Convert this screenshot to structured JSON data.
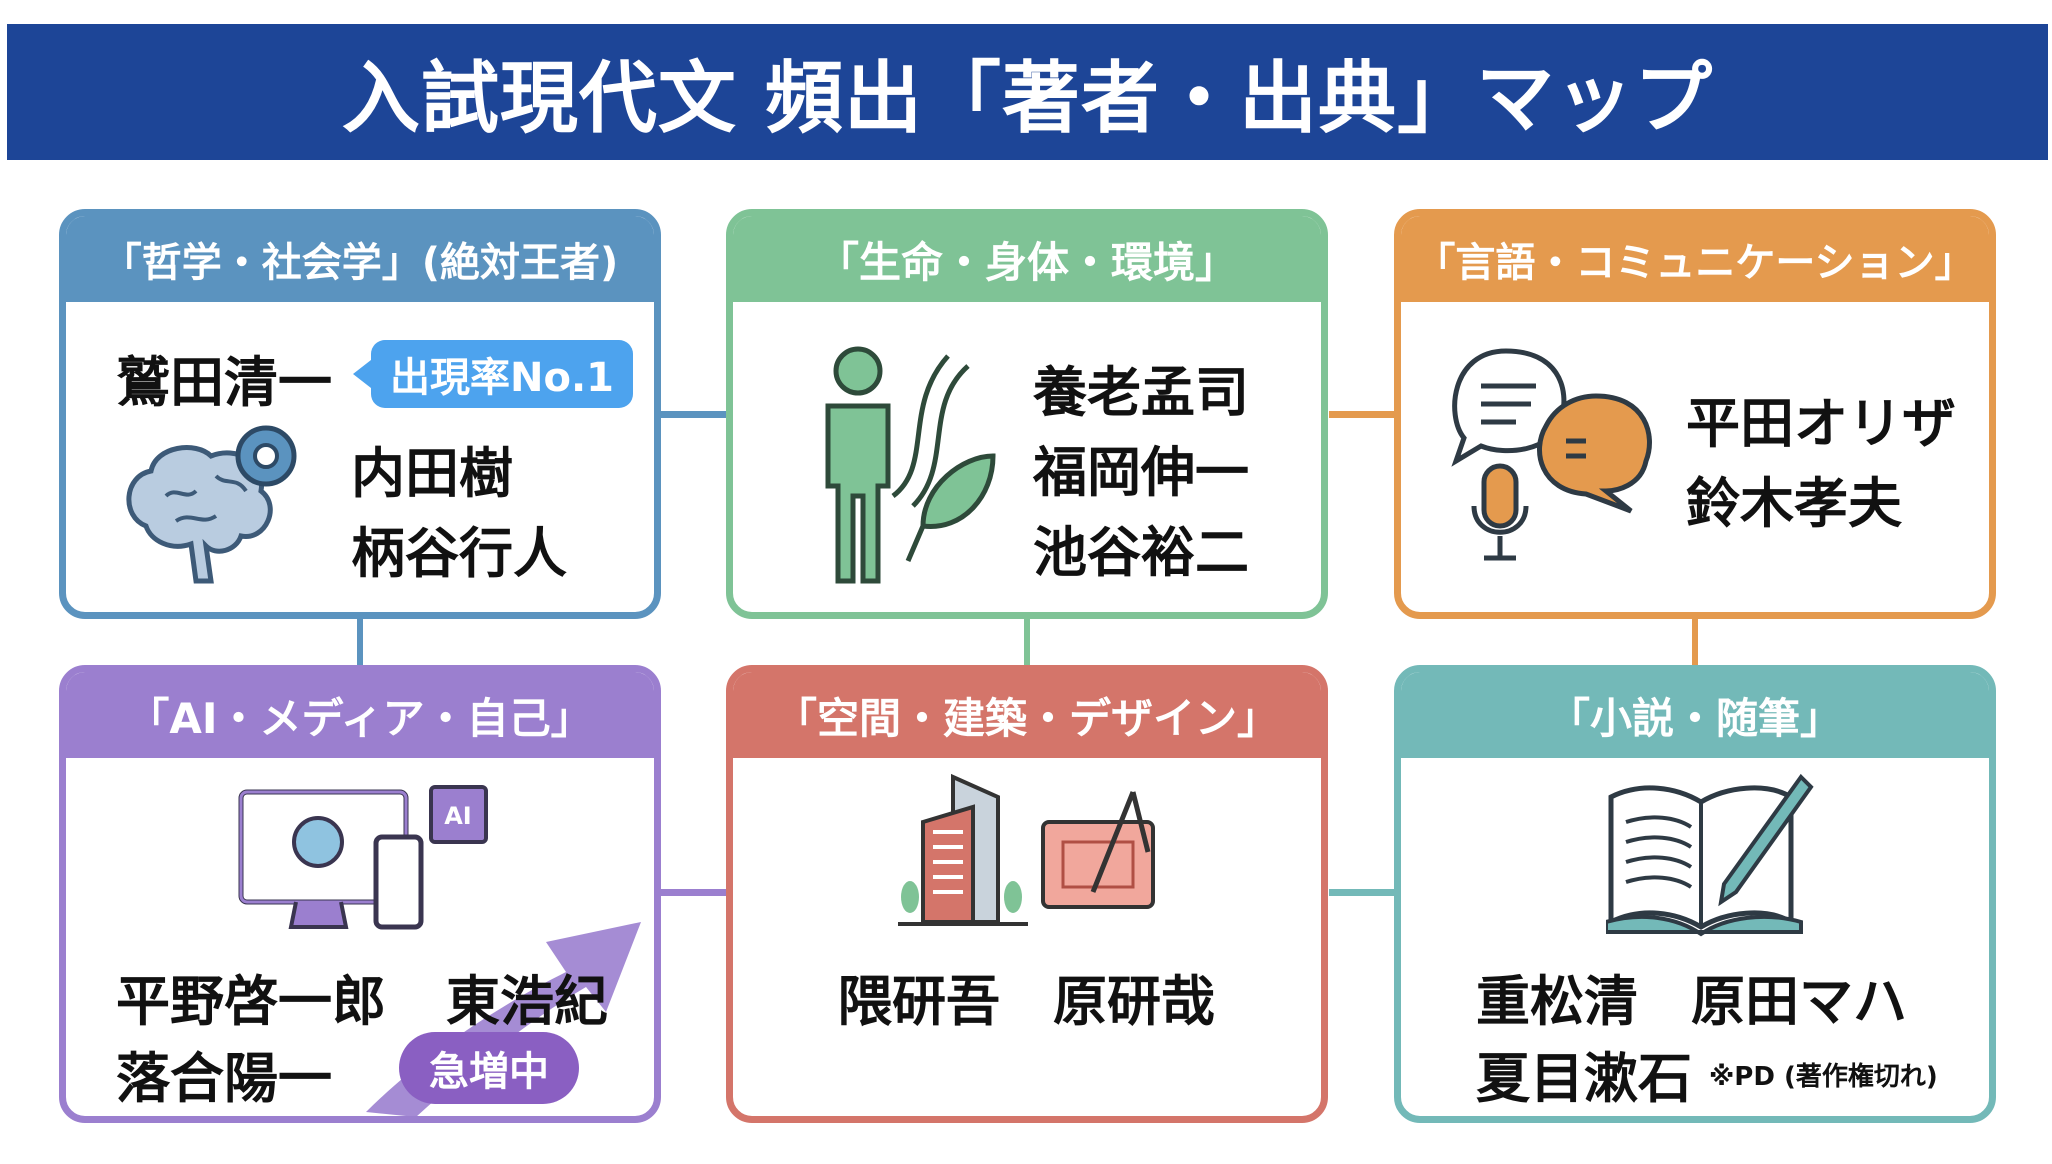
{
  "title": "入試現代文 頻出「著者・出典」マップ",
  "colors": {
    "banner": "#1d4597",
    "philosophy": "#5b93bf",
    "life": "#7fc396",
    "language": "#e49a4e",
    "ai": "#9b7fcf",
    "space": "#d4756a",
    "novel": "#73b9b8"
  },
  "cards": [
    {
      "header": "「哲学・社会学」(絶対王者)",
      "authors": [
        "鷲田清一",
        "内田樹",
        "柄谷行人"
      ],
      "badge": "出現率No.1",
      "icon": "brain-gear-icon"
    },
    {
      "header": "「生命・身体・環境」",
      "authors": [
        "養老孟司",
        "福岡伸一",
        "池谷裕二"
      ],
      "icon": "person-dna-leaf-icon"
    },
    {
      "header": "「言語・コミュニケーション」",
      "authors": [
        "平田オリザ",
        "鈴木孝夫"
      ],
      "icon": "speech-bubbles-microphone-icon"
    },
    {
      "header": "「AI・メディア・自己」",
      "authors": [
        "平野啓一郎",
        "東浩紀",
        "落合陽一"
      ],
      "badge": "急増中",
      "icon": "computer-ai-chip-icon"
    },
    {
      "header": "「空間・建築・デザイン」",
      "authors": [
        "隈研吾",
        "原研哉"
      ],
      "icon": "building-blueprint-icon"
    },
    {
      "header": "「小説・随筆」",
      "authors": [
        "重松清",
        "原田マハ",
        "夏目漱石"
      ],
      "note": "※PD (著作権切れ)",
      "icon": "book-pen-icon"
    }
  ]
}
